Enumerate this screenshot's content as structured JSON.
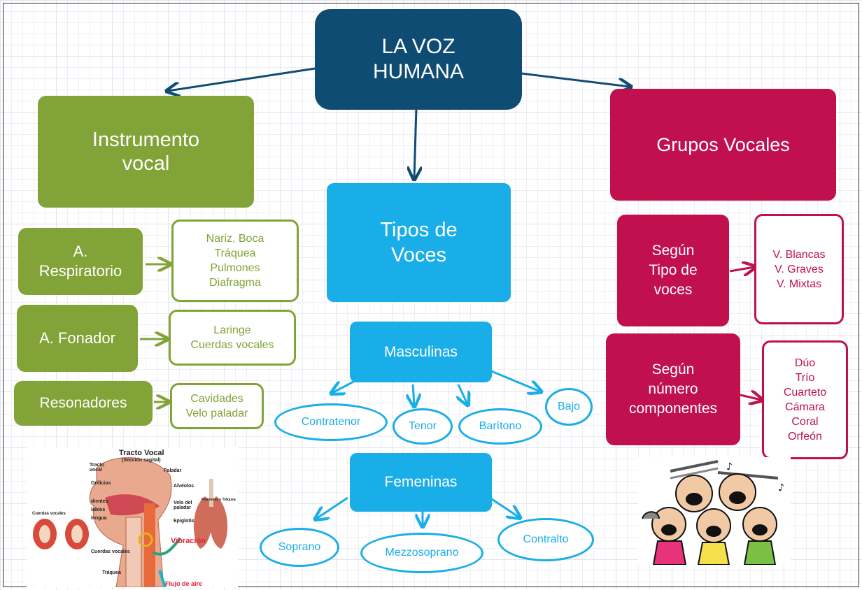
{
  "root": "LA VOZ\nHUMANA",
  "instrumento": {
    "title": "Instrumento\nvocal",
    "items": [
      {
        "label": "A.\nRespiratorio",
        "detail": "Nariz, Boca\nTráquea\nPulmones\nDiafragma"
      },
      {
        "label": "A. Fonador",
        "detail": "Laringe\nCuerdas vocales"
      },
      {
        "label": "Resonadores",
        "detail": "Cavidades\nVelo paladar"
      }
    ]
  },
  "tipos": {
    "title": "Tipos de\nVoces",
    "masculinas": {
      "label": "Masculinas",
      "voices": [
        "Contratenor",
        "Tenor",
        "Barítono",
        "Bajo"
      ]
    },
    "femeninas": {
      "label": "Femeninas",
      "voices": [
        "Soprano",
        "Mezzosoprano",
        "Contralto"
      ]
    }
  },
  "grupos": {
    "title": "Grupos Vocales",
    "items": [
      {
        "label": "Según\nTipo de\nvoces",
        "detail": "V. Blancas\nV. Graves\nV. Mixtas"
      },
      {
        "label": "Según\nnúmero\ncomponentes",
        "detail": "Dúo\nTrío\nCuarteto\nCámara\nCoral\nOrfeón"
      }
    ]
  },
  "tracto": {
    "title": "Tracto Vocal",
    "subtitle": "(Sección sagital)",
    "labels": {
      "tracto": "Tracto\nvocal",
      "paladar": "Paladar",
      "orificios": "Orificios",
      "alveolos": "Alvéolos",
      "dientes": "dientes",
      "labios": "labios",
      "lengua": "lengua",
      "velo": "Velo del\npaladar",
      "epiglotis": "Epiglotis",
      "cuerdas_vocales_title": "Cuerdas vocales",
      "cuerdas_vocales": "Cuerdas vocales",
      "traquea": "Tráquea",
      "pulmones": "Pulmones y Tráquea",
      "vibracion": "Vibración",
      "flujo": "Flujo de aire"
    }
  },
  "colors": {
    "navy": "#0f4c73",
    "green": "#82a337",
    "cyan": "#1aaee8",
    "crimson": "#c0104e"
  }
}
